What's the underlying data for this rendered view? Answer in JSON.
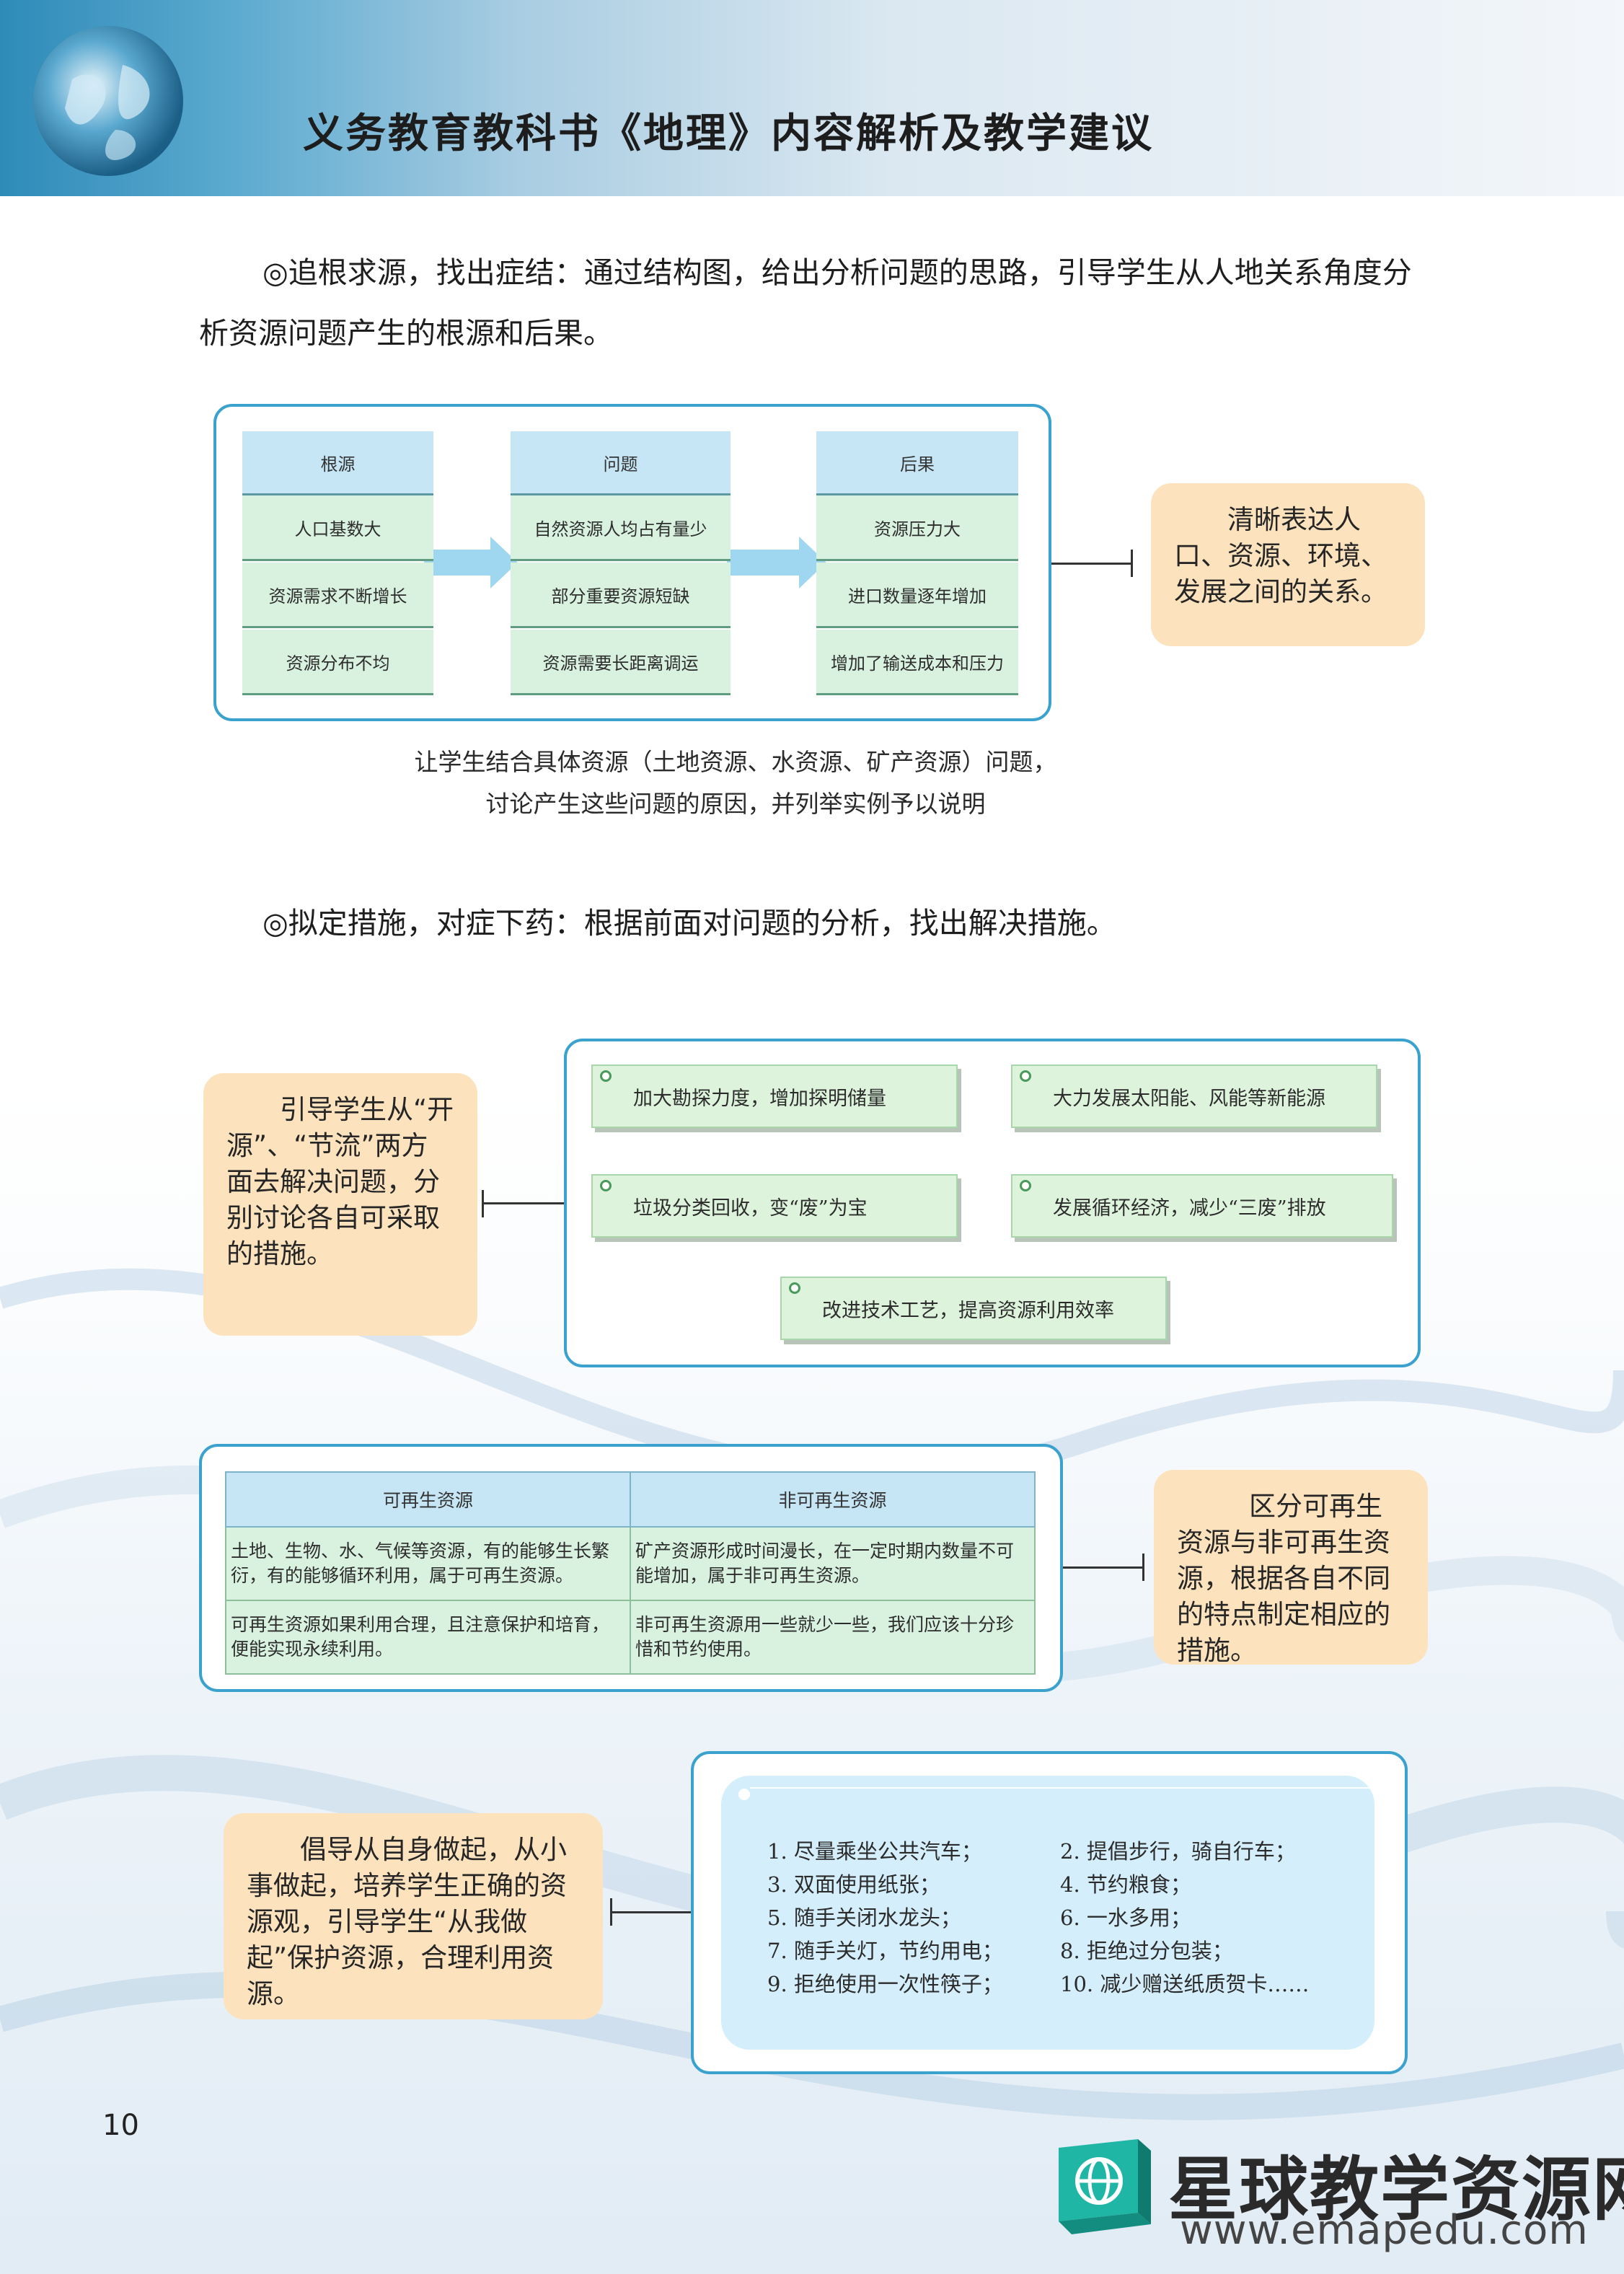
{
  "header": {
    "title": "义务教育教科书《地理》内容解析及教学建议"
  },
  "section1": {
    "text": "◎追根求源，找出症结：通过结构图，给出分析问题的思路，引导学生从人地关系角度分析资源问题产生的根源和后果。"
  },
  "diagram1": {
    "columns": [
      {
        "header": "根源",
        "cells": [
          "人口基数大",
          "资源需求不断增长",
          "资源分布不均"
        ]
      },
      {
        "header": "问题",
        "cells": [
          "自然资源人均占有量少",
          "部分重要资源短缺",
          "资源需要长距离调运"
        ]
      },
      {
        "header": "后果",
        "cells": [
          "资源压力大",
          "进口数量逐年增加",
          "增加了输送成本和压力"
        ]
      }
    ],
    "note": "清晰表达人口、资源、环境、发展之间的关系。",
    "caption_line1": "让学生结合具体资源（土地资源、水资源、矿产资源）问题，",
    "caption_line2": "讨论产生这些问题的原因，并列举实例予以说明"
  },
  "section2": {
    "text": "◎拟定措施，对症下药：根据前面对问题的分析，找出解决措施。"
  },
  "measures": {
    "note": "引导学生从“开源”、“节流”两方面去解决问题，分别讨论各自可采取的措施。",
    "cards": [
      "加大勘探力度，增加探明储量",
      "大力发展太阳能、风能等新能源",
      "垃圾分类回收，变“废”为宝",
      "发展循环经济，减少“三废”排放",
      "改进技术工艺，提高资源利用效率"
    ]
  },
  "renewable": {
    "headers": [
      "可再生资源",
      "非可再生资源"
    ],
    "rows": [
      [
        "土地、生物、水、气候等资源，有的能够生长繁衍，有的能够循环利用，属于可再生资源。",
        "矿产资源形成时间漫长，在一定时期内数量不可能增加，属于非可再生资源。"
      ],
      [
        "可再生资源如果利用合理，且注意保护和培育，便能实现永续利用。",
        "非可再生资源用一些就少一些，我们应该十分珍惜和节约使用。"
      ]
    ],
    "note": "区分可再生资源与非可再生资源，根据各自不同的特点制定相应的措施。"
  },
  "actions": {
    "note": "倡导从自身做起，从小事做起，培养学生正确的资源观，引导学生“从我做起”保护资源，合理利用资源。",
    "items": [
      "1. 尽量乘坐公共汽车；",
      "2. 提倡步行，骑自行车；",
      "3. 双面使用纸张；",
      "4. 节约粮食；",
      "5. 随手关闭水龙头；",
      "6. 一水多用；",
      "7. 随手关灯，节约用电；",
      "8. 拒绝过分包装；",
      "9. 拒绝使用一次性筷子；",
      "10. 减少赠送纸质贺卡……"
    ]
  },
  "footer": {
    "page_number": "10",
    "watermark_brand": "星球教学资源网",
    "watermark_url": "www.emapedu.com"
  }
}
